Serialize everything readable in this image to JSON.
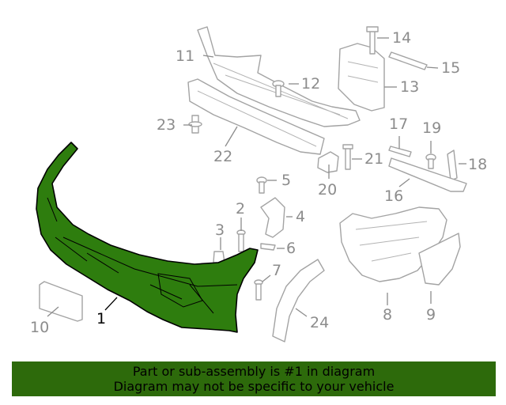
{
  "diagram": {
    "highlight_color": "#2e7d0e",
    "callouts": [
      "1",
      "2",
      "3",
      "4",
      "5",
      "6",
      "7",
      "8",
      "9",
      "10",
      "11",
      "12",
      "13",
      "14",
      "15",
      "16",
      "17",
      "18",
      "19",
      "20",
      "21",
      "22",
      "23",
      "24"
    ],
    "highlighted_part": "1"
  },
  "banner": {
    "background": "#2d6a0b",
    "line1": "Part or sub-assembly is #1 in diagram",
    "line2": "Diagram may not be specific to your vehicle"
  }
}
